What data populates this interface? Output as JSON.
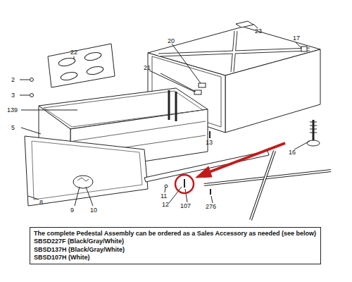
{
  "diagram": {
    "nodes": [
      {
        "text": [
          "The complete Pedestal Assembly can be ordered as a Sales Accessory as needed (see below)",
          "SBSD227F (Black/Gray/White)",
          "SBSD137H (Black/Gray/White)",
          "SBSD107H (White)"
        ]
      }
    ],
    "labels": [
      "23",
      "17",
      "20",
      "21",
      "22",
      "2",
      "3",
      "139",
      "5",
      "13",
      "16",
      "8",
      "9",
      "10",
      "11",
      "12",
      "107",
      "276"
    ]
  }
}
